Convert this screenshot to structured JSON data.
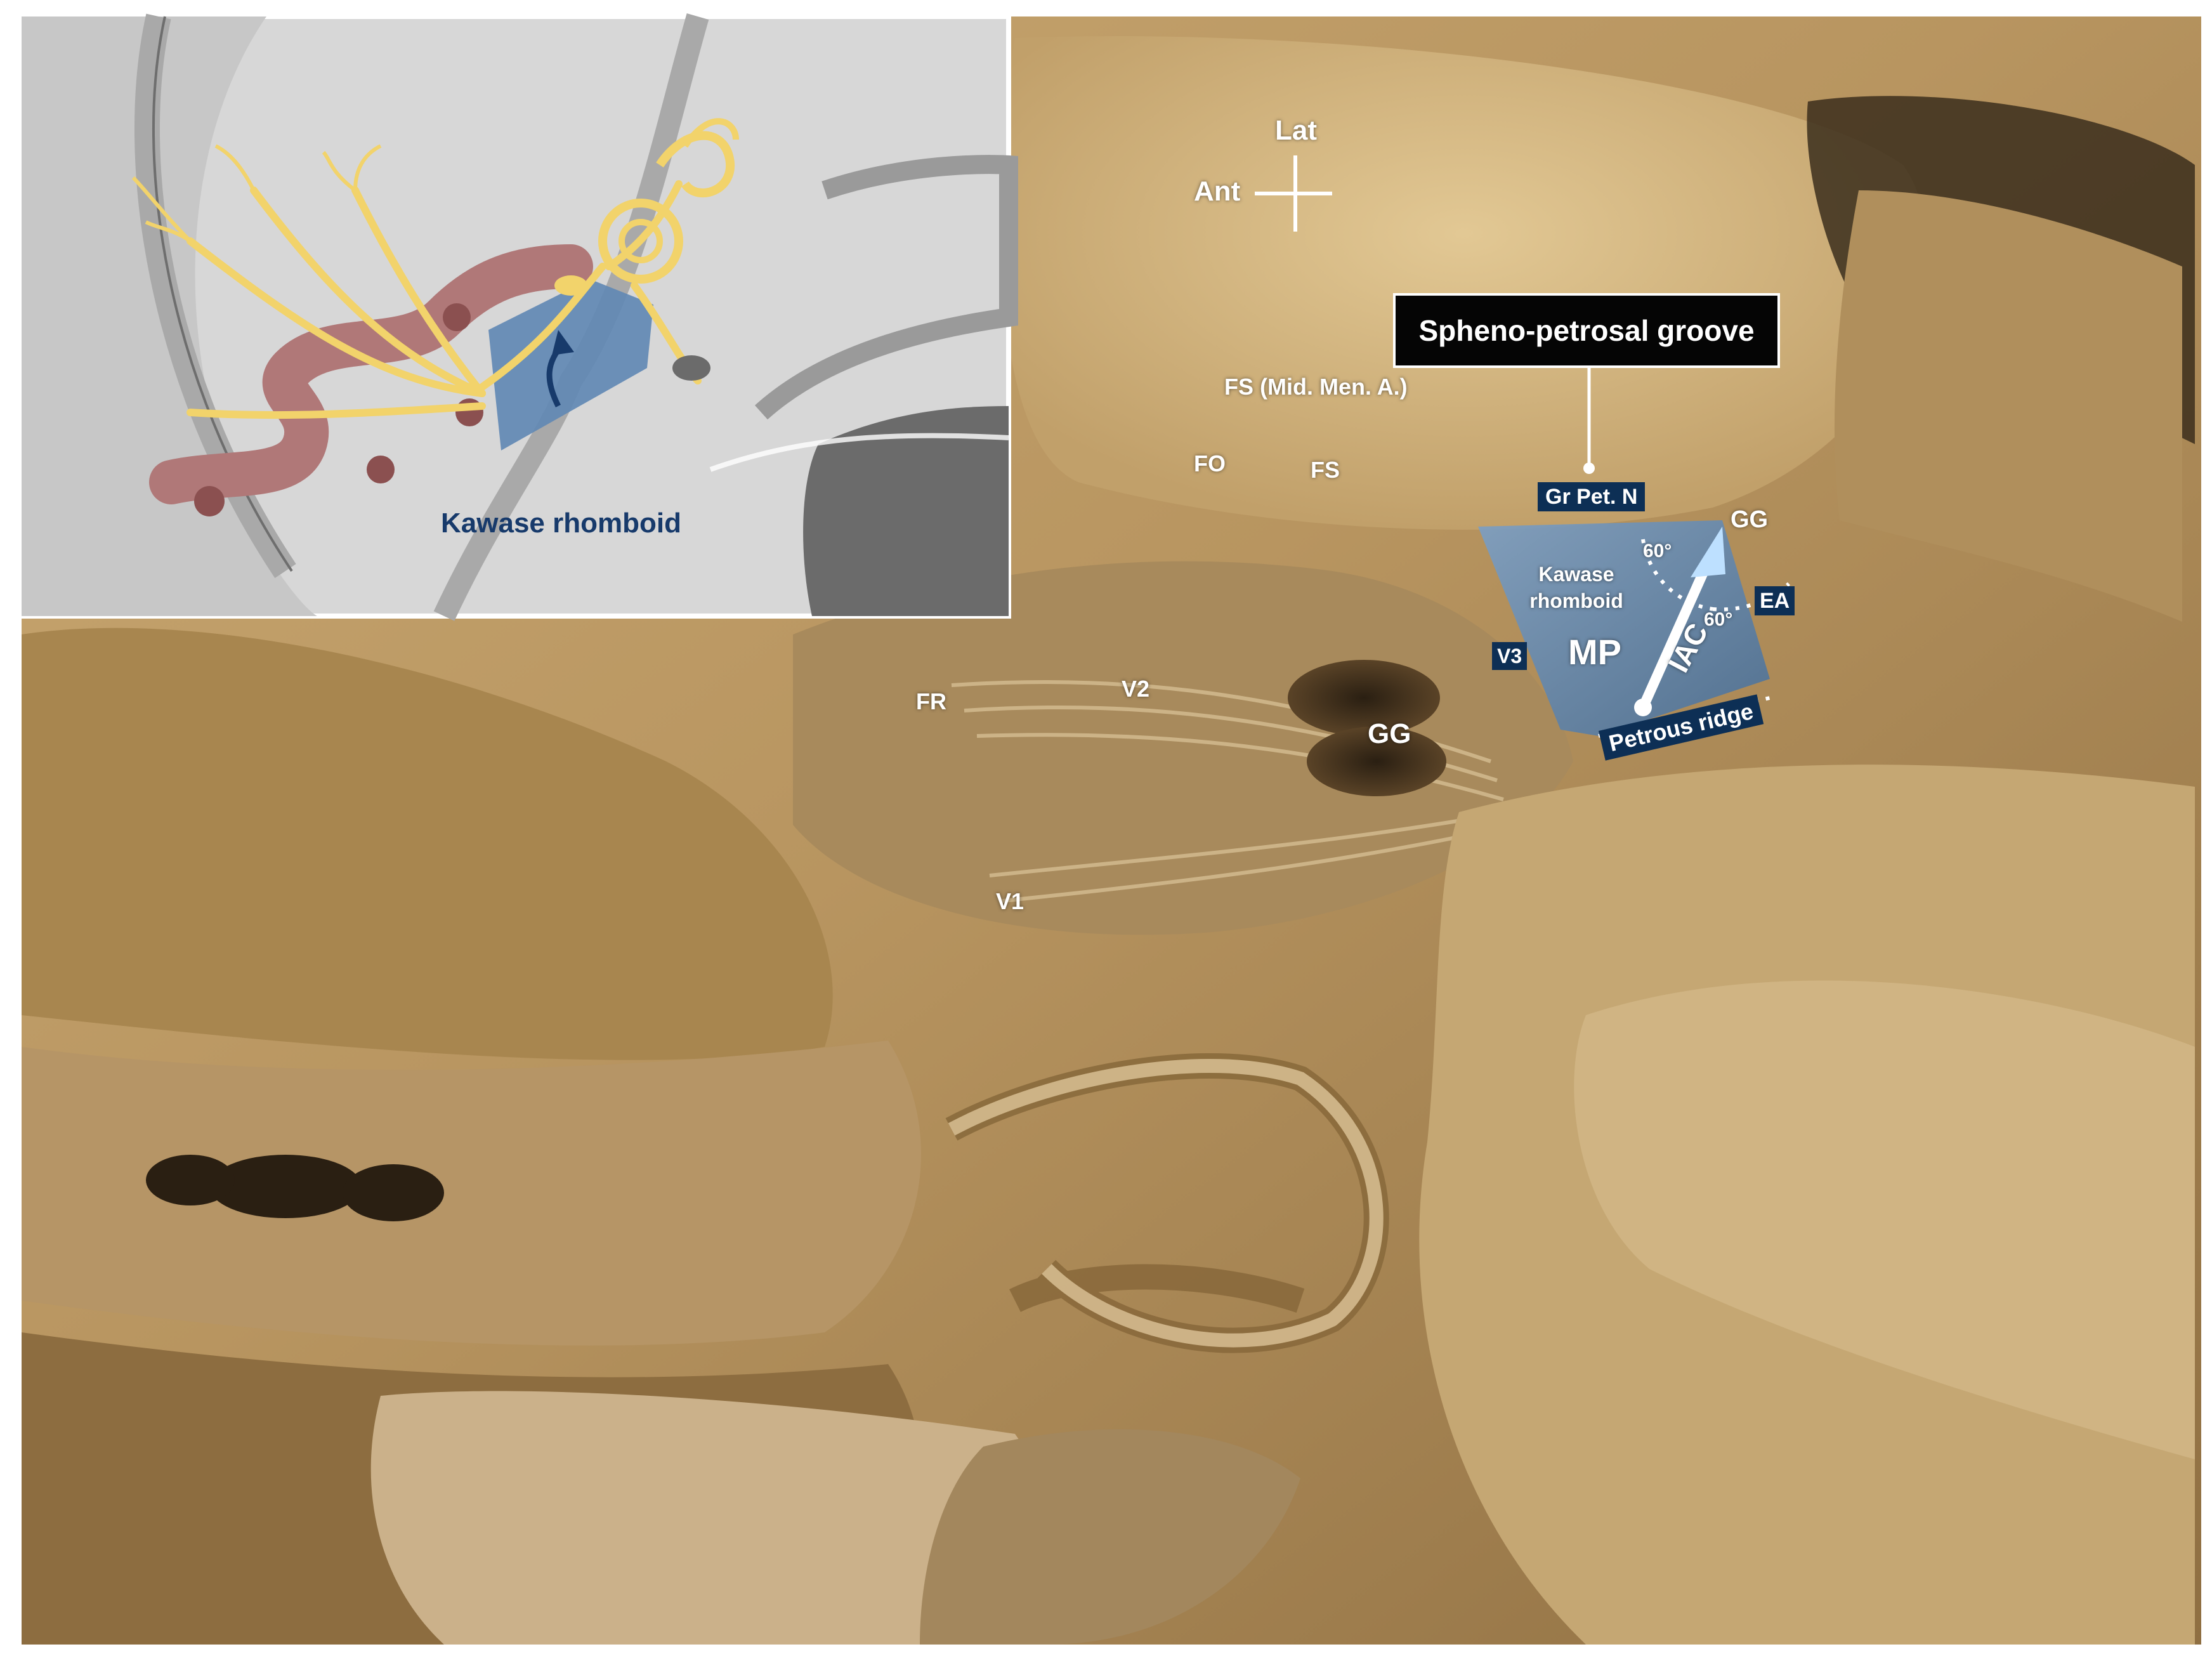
{
  "inset": {
    "caption": "Kawase rhomboid"
  },
  "orientation": {
    "lateral": "Lat",
    "anterior": "Ant"
  },
  "callout": {
    "title": "Spheno-petrosal groove"
  },
  "labels": {
    "fs_mma": "FS (Mid. Men. A.)",
    "fo": "FO",
    "fs": "FS",
    "gr_pet_n": "Gr Pet. N",
    "gg_top": "GG",
    "kawase_rhomboid": "Kawase rhomboid",
    "angle_1": "60°",
    "angle_2": "60°",
    "ea": "EA",
    "v3": "V3",
    "mp": "MP",
    "iac": "IAC",
    "petrous_ridge": "Petrous ridge",
    "fr": "FR",
    "v2": "V2",
    "gg_center": "GG",
    "v1": "V1"
  },
  "colors": {
    "rhomboid_fill": "#5f87b4",
    "label_tag": "#0d2f55",
    "nerve_yellow": "#f2d36b",
    "artery_pink": "#b07878",
    "tissue": "#c9aa73"
  }
}
